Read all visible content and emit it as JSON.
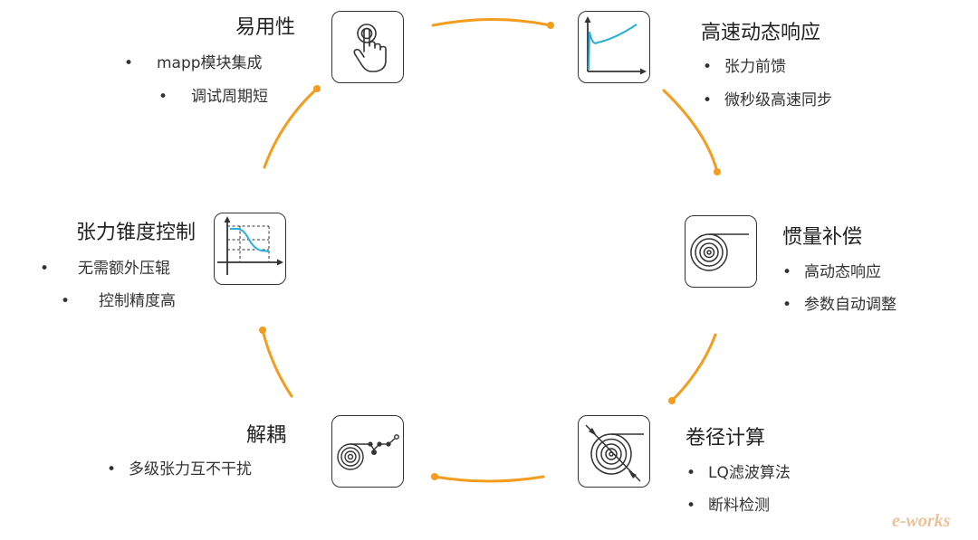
{
  "colors": {
    "arc": "#f39c1e",
    "icon": "#333333",
    "accent": "#2ab0d8"
  },
  "nodes": {
    "ease": {
      "title": "易用性",
      "bullets": [
        "mapp模块集成",
        "调试周期短"
      ],
      "icon": "touch-icon"
    },
    "dynamic": {
      "title": "高速动态响应",
      "bullets": [
        "张力前馈",
        "微秒级高速同步"
      ],
      "icon": "response-curve-icon"
    },
    "inertia": {
      "title": "惯量补偿",
      "bullets": [
        "高动态响应",
        "参数自动调整"
      ],
      "icon": "roll-icon"
    },
    "diameter": {
      "title": "卷径计算",
      "bullets": [
        "LQ滤波算法",
        "断料检测"
      ],
      "icon": "roll-diameter-icon"
    },
    "decouple": {
      "title": "解耦",
      "bullets": [
        "多级张力互不干扰"
      ],
      "icon": "multi-roll-icon"
    },
    "taper": {
      "title": "张力锥度控制",
      "bullets": [
        "无需额外压辊",
        "控制精度高"
      ],
      "icon": "taper-curve-icon"
    }
  },
  "logo": {
    "text": "e-works"
  }
}
